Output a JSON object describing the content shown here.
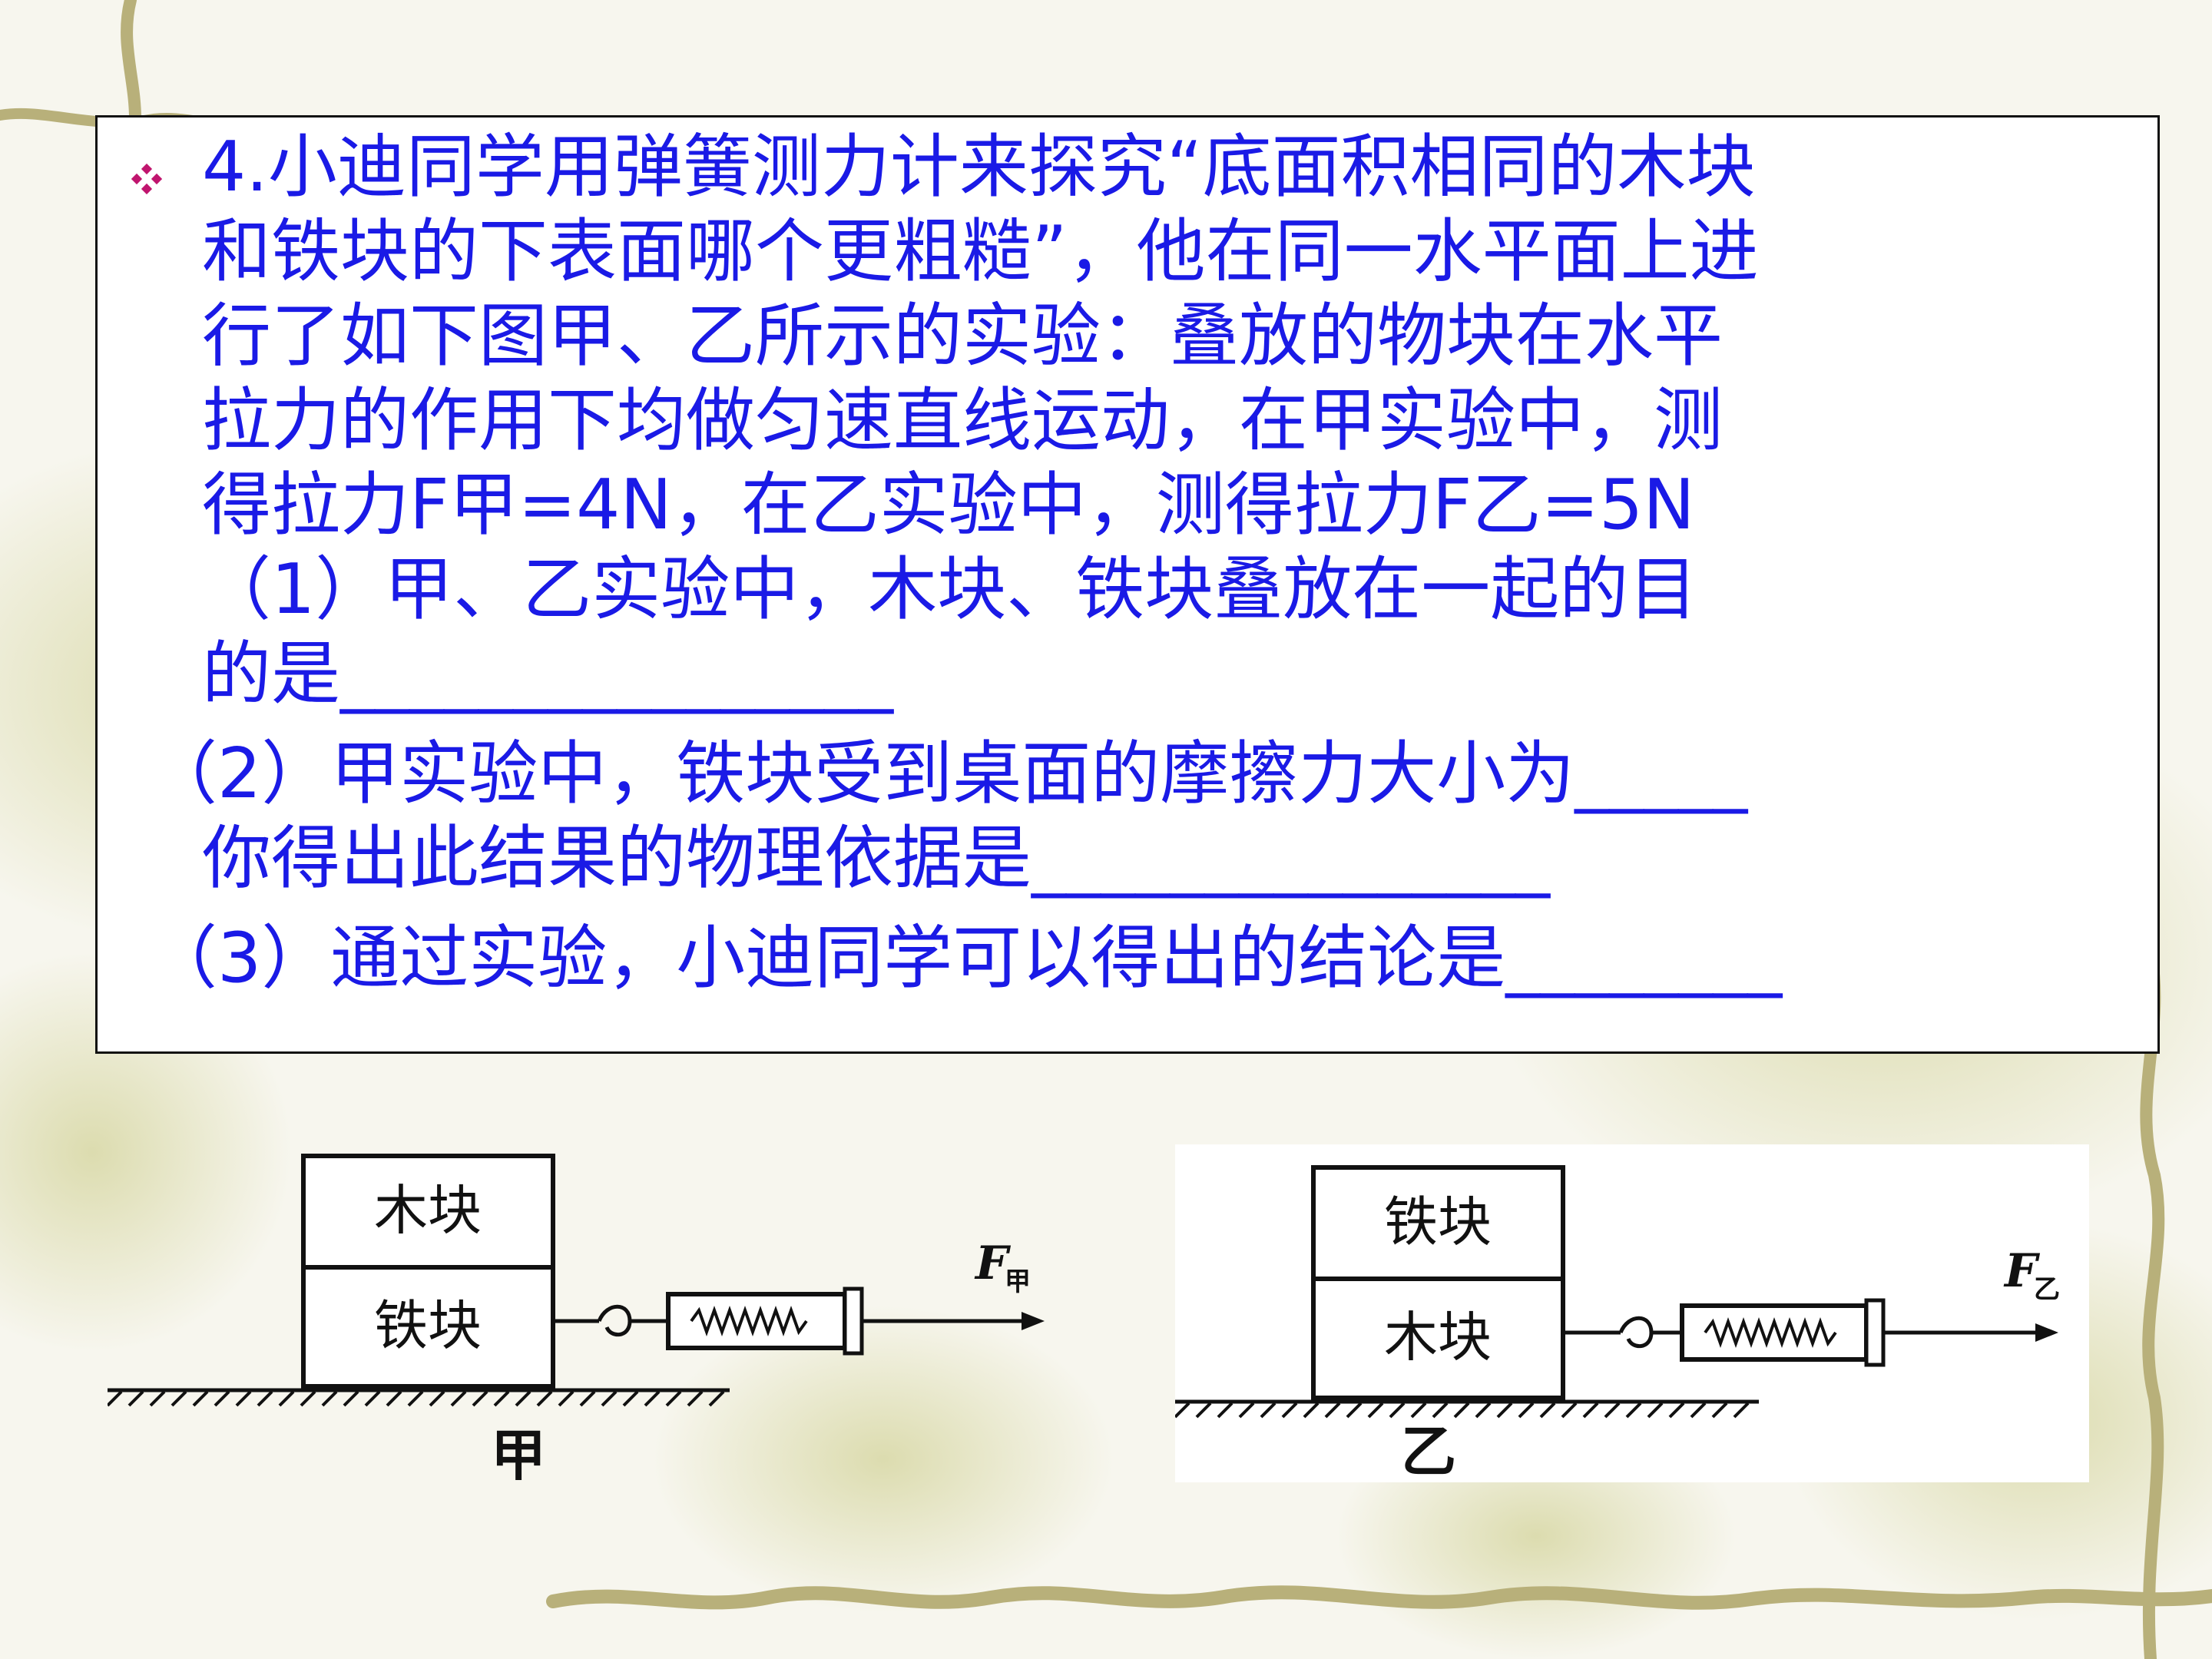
{
  "question": {
    "intro_lines": [
      "4.小迪同学用弹簧测力计来探究“底面积相同的木块",
      "和铁块的下表面哪个更粗糙”，他在同一水平面上进",
      "行了如下图甲、乙所示的实验：叠放的物块在水平",
      "拉力的作用下均做匀速直线运动，在甲实验中，测",
      "得拉力F甲=4N，在乙实验中，测得拉力F乙=5N",
      "（1）甲、乙实验中，木块、铁块叠放在一起的目",
      "的是________________"
    ],
    "part2_lines": [
      "（2）甲实验中，铁块受到桌面的摩擦力大小为_____",
      "你得出此结果的物理依据是_______________"
    ],
    "part3_line": "（3）通过实验，小迪同学可以得出的结论是________"
  },
  "figures": {
    "left": {
      "top_block": "木块",
      "bottom_block": "铁块",
      "force_symbol": "F",
      "force_subscript": "甲",
      "caption": "甲"
    },
    "right": {
      "top_block": "铁块",
      "bottom_block": "木块",
      "force_symbol": "F",
      "force_subscript": "乙",
      "caption": "乙"
    }
  },
  "colors": {
    "text": "#1a1ae6",
    "bullet": "#c0156e",
    "border": "#111111"
  }
}
